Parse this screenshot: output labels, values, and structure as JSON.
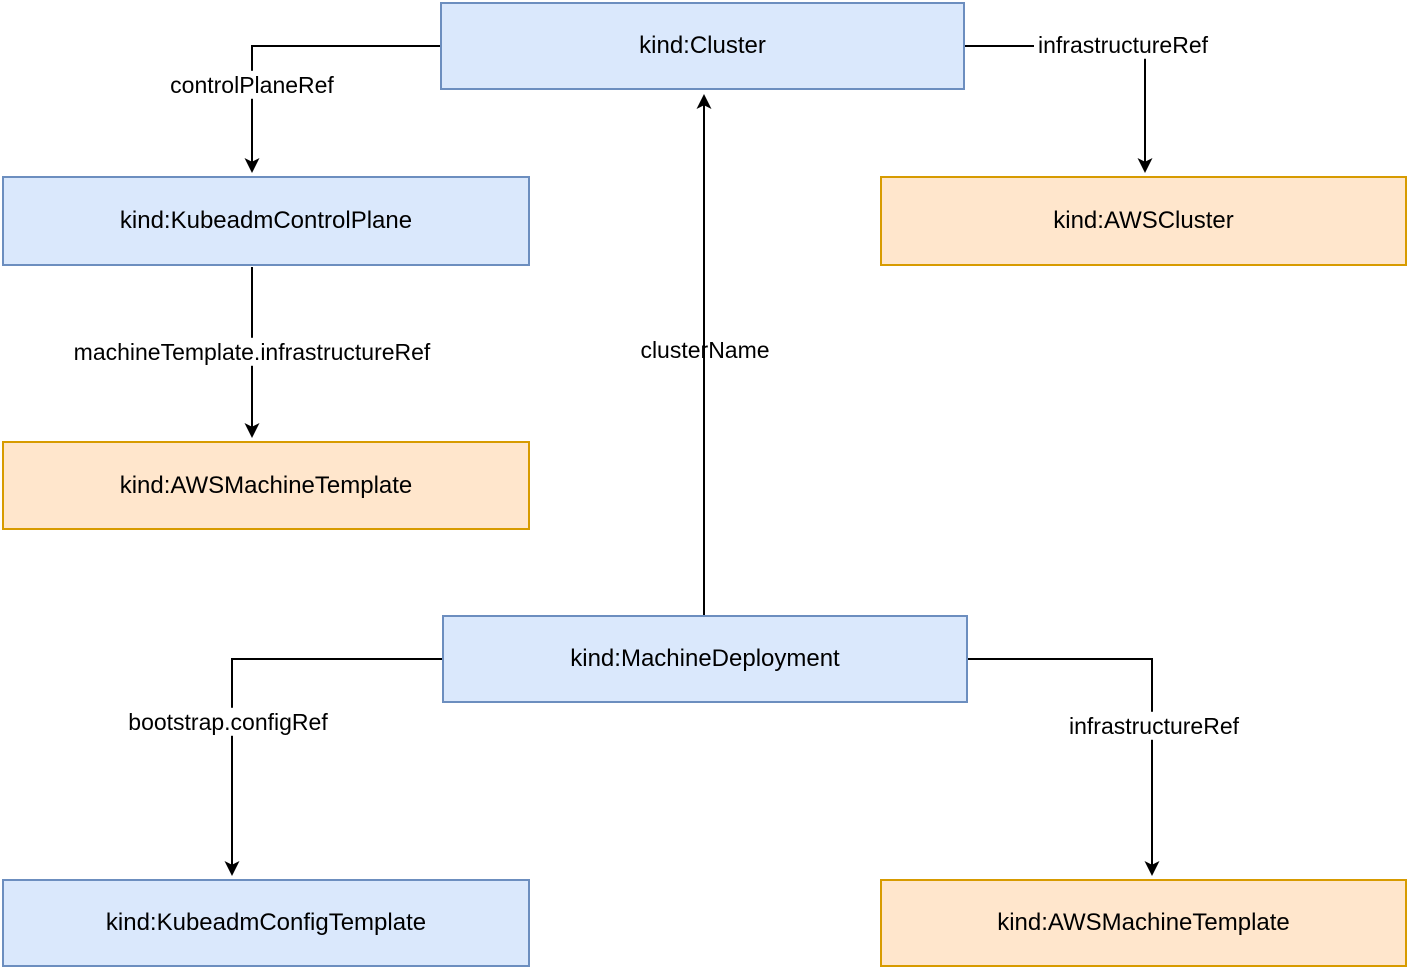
{
  "diagram": {
    "nodes": [
      {
        "label": "kind:Cluster",
        "type": "blue"
      },
      {
        "label": "kind:KubeadmControlPlane",
        "type": "blue"
      },
      {
        "label": "kind:AWSCluster",
        "type": "orange"
      },
      {
        "label": "kind:AWSMachineTemplate",
        "type": "orange"
      },
      {
        "label": "kind:MachineDeployment",
        "type": "blue"
      },
      {
        "label": "kind:KubeadmConfigTemplate",
        "type": "blue"
      },
      {
        "label": "kind:AWSMachineTemplate",
        "type": "orange"
      }
    ],
    "edges": [
      {
        "label": "controlPlaneRef",
        "from": "kind:Cluster",
        "to": "kind:KubeadmControlPlane"
      },
      {
        "label": "infrastructureRef",
        "from": "kind:Cluster",
        "to": "kind:AWSCluster"
      },
      {
        "label": "machineTemplate.infrastructureRef",
        "from": "kind:KubeadmControlPlane",
        "to": "kind:AWSMachineTemplate"
      },
      {
        "label": "clusterName",
        "from": "kind:MachineDeployment",
        "to": "kind:Cluster"
      },
      {
        "label": "bootstrap.configRef",
        "from": "kind:MachineDeployment",
        "to": "kind:KubeadmConfigTemplate"
      },
      {
        "label": "infrastructureRef",
        "from": "kind:MachineDeployment",
        "to": "kind:AWSMachineTemplate"
      }
    ],
    "colors": {
      "blue_fill": "#dae8fc",
      "blue_border": "#6c8ebf",
      "orange_fill": "#ffe6cc",
      "orange_border": "#d79b00",
      "edge_line": "#000000",
      "label_background": "#ffffff"
    }
  }
}
